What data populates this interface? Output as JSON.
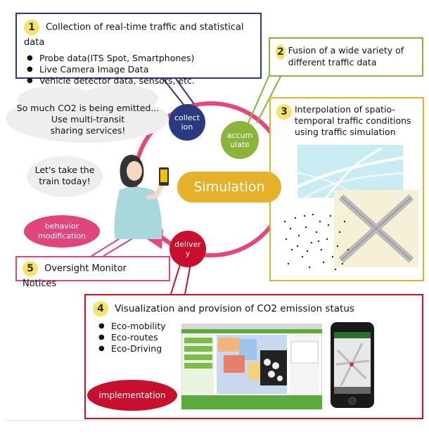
{
  "box1": {
    "number": "1",
    "title": "Collection of real-time traffic and statistical data",
    "items": [
      "Probe data(ITS Spot, Smartphones)",
      "Live Camera Image Data",
      "Vehicle detector data, sensors, etc."
    ]
  },
  "box2": {
    "number": "2",
    "title": "Fusion of a wide variety of different traffic data"
  },
  "box3": {
    "number": "3",
    "title_line1": "Interpolation of spatio-",
    "title_line2": "temporal traffic conditions",
    "title_line3": "using traffic simulation"
  },
  "box4": {
    "number": "4",
    "title": "Visualization and provision of CO2 emission status",
    "items": [
      "Eco-mobility",
      "Eco-routes",
      "Eco-Driving"
    ],
    "implementation": "implementation"
  },
  "box5": {
    "number": "5",
    "title": "Oversight Monitor Notices"
  },
  "cycle": {
    "collection_line1": "collect",
    "collection_line2": "ion",
    "accumulate_line1": "accum",
    "accumulate_line2": "ulate",
    "delivery_line1": "deliver",
    "delivery_line2": "y",
    "simulation": "Simulation",
    "behavior_line1": "behavior",
    "behavior_line2": "modification"
  },
  "thoughts": {
    "co2_line1": "So much CO2 is being emitted...",
    "co2_line2": "Use multi-transit",
    "co2_line3": "sharing services!",
    "train_line1": "Let's take the",
    "train_line2": "train today!"
  },
  "colors": {
    "navy": "#2b3a7e",
    "green": "#8ab53a",
    "gold": "#e6b12a",
    "red": "#c8102e",
    "pink": "#e0457b",
    "cycle_pink": "#e5467f"
  }
}
